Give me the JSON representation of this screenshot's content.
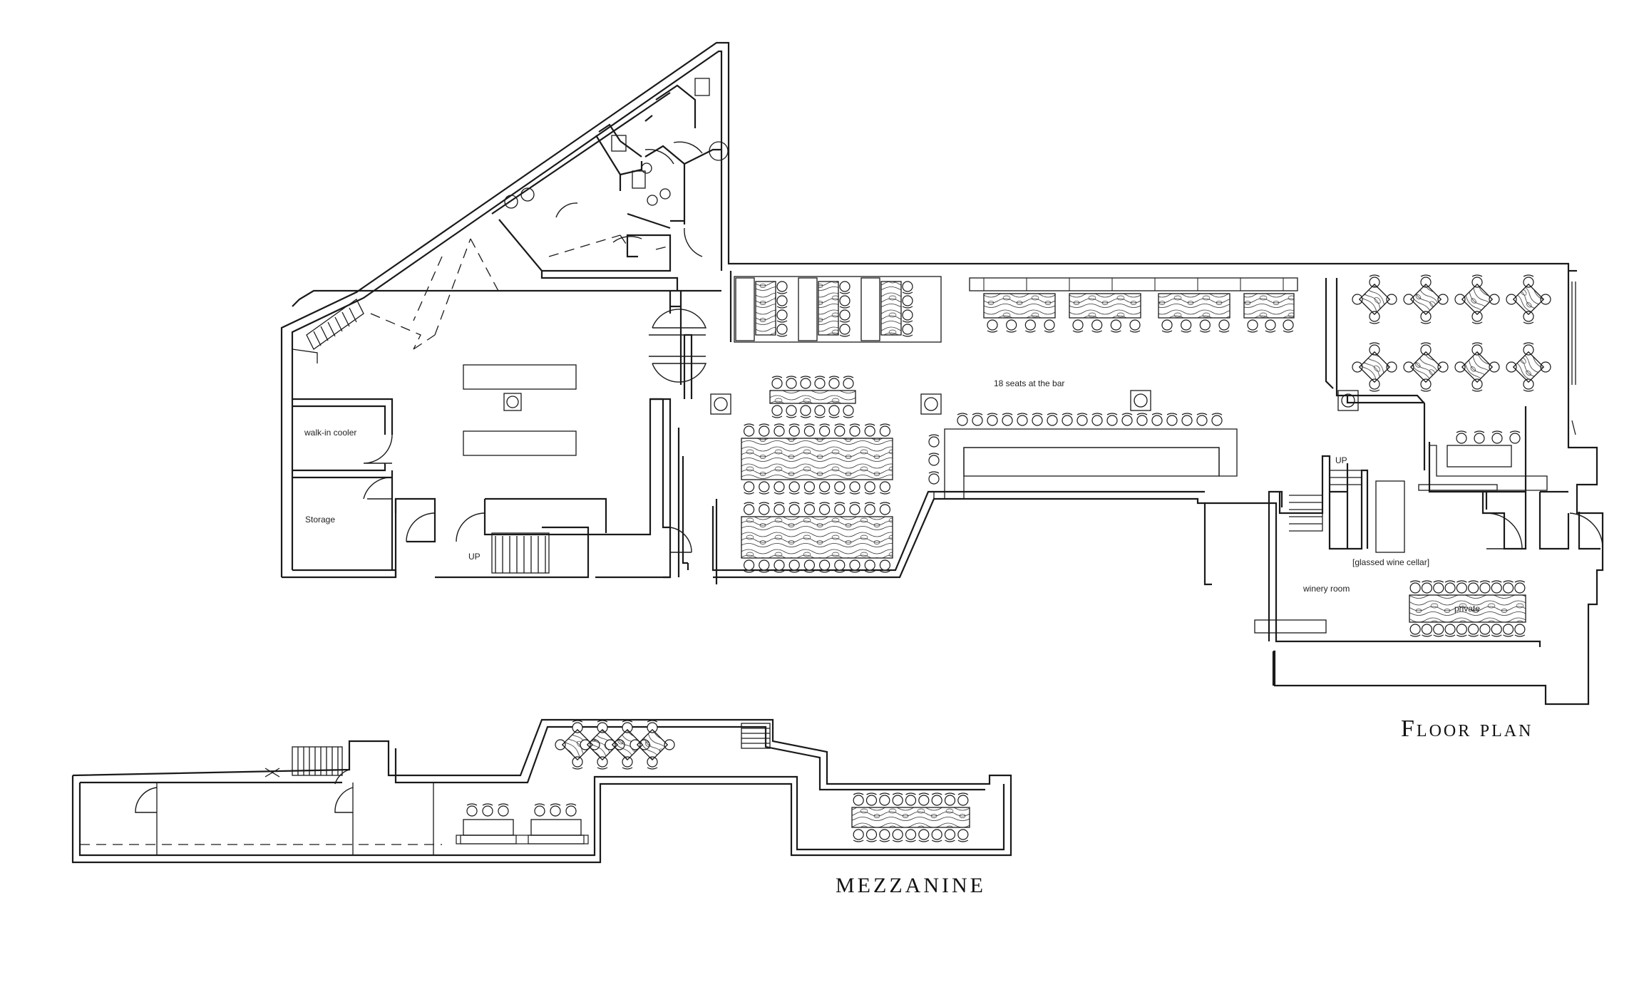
{
  "titles": {
    "floor_plan": "Floor plan",
    "mezzanine": "MEZZANINE"
  },
  "labels": {
    "walk_in_cooler": "walk-in cooler",
    "storage": "Storage",
    "up_left": "UP",
    "bar_seats": "18 seats at the bar",
    "up_right": "UP",
    "wine_cellar": "[glassed wine cellar]",
    "winery_room": "winery room",
    "private": "private"
  },
  "colors": {
    "line": "#1a1a1a",
    "background": "#ffffff"
  }
}
